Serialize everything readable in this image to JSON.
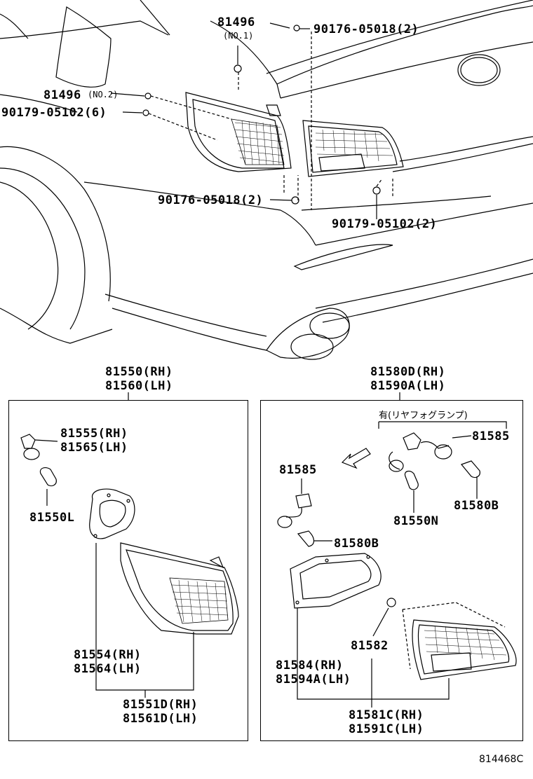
{
  "top_labels": {
    "p81496_top": "81496",
    "p81496_top_sub": "(NO.1)",
    "p90176_top": "90176-05018(2)",
    "p81496_left": "81496",
    "p81496_left_sub": "(NO.2)",
    "p90179_left": "90179-05102(6)",
    "p90176_mid": "90176-05018(2)",
    "p90179_right": "90179-05102(2)"
  },
  "left_assembly": {
    "title_rh": "81550(RH)",
    "title_lh": "81560(LH)",
    "socket_rh": "81555(RH)",
    "socket_lh": "81565(LH)",
    "bulb": "81550L",
    "gasket_rh": "81554(RH)",
    "gasket_lh": "81564(LH)",
    "lens_rh": "81551D(RH)",
    "lens_lh": "81561D(LH)"
  },
  "right_assembly": {
    "title_rh": "81580D(RH)",
    "title_lh": "81590A(LH)",
    "fog_note": "有(リヤフォグランプ)",
    "socket_top": "81585",
    "socket_left": "81585",
    "bulb_top": "81580B",
    "socket_bulb": "81550N",
    "bulb_left": "81580B",
    "clip": "81582",
    "gasket_rh": "81584(RH)",
    "gasket_lh": "81594A(LH)",
    "lens_rh": "81581C(RH)",
    "lens_lh": "81591C(LH)"
  },
  "figure_ref": "814468C"
}
